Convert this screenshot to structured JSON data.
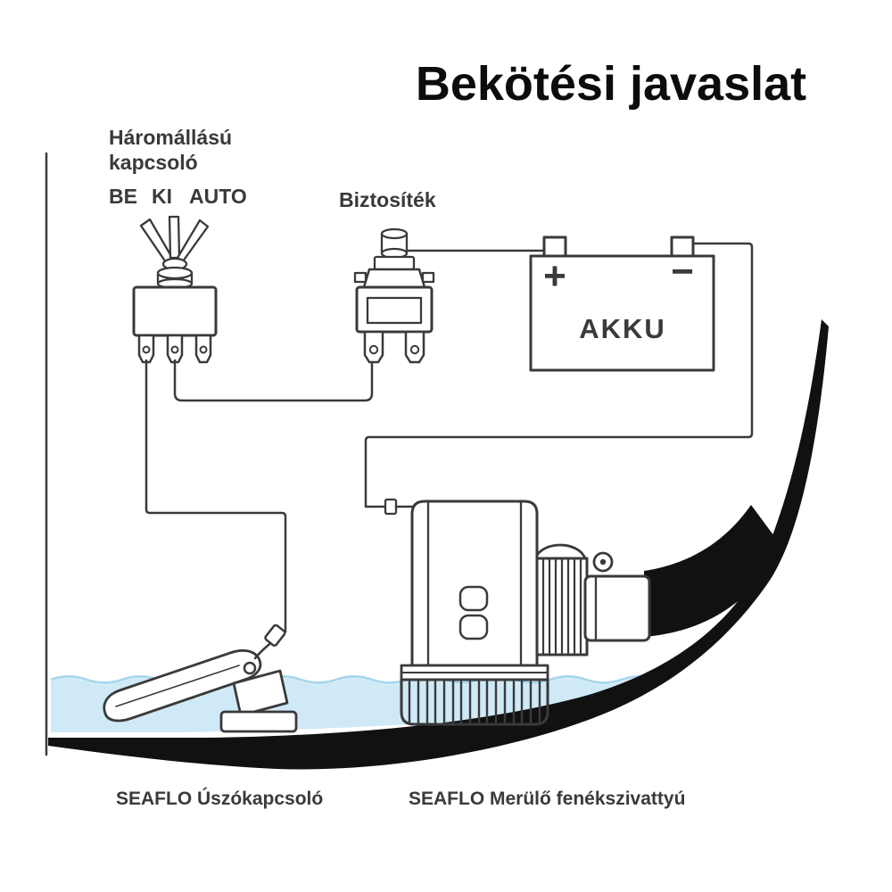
{
  "title": "Bekötési javaslat",
  "diagram": {
    "switch": {
      "name_line1": "Háromállású",
      "name_line2": "kapcsoló",
      "pos_on": "BE",
      "pos_off": "KI",
      "pos_auto": "AUTO"
    },
    "fuse": {
      "label": "Biztosíték"
    },
    "battery": {
      "label": "AKKU",
      "plus": "+",
      "minus": "−"
    },
    "float_switch": {
      "label": "SEAFLO Úszókapcsoló"
    },
    "pump": {
      "label": "SEAFLO Merülő fenékszivattyú"
    }
  },
  "colors": {
    "ink": "#3a3a3b",
    "hull": "#111111",
    "water_fill": "#cfe9f7",
    "water_edge": "#a9d7ee"
  }
}
